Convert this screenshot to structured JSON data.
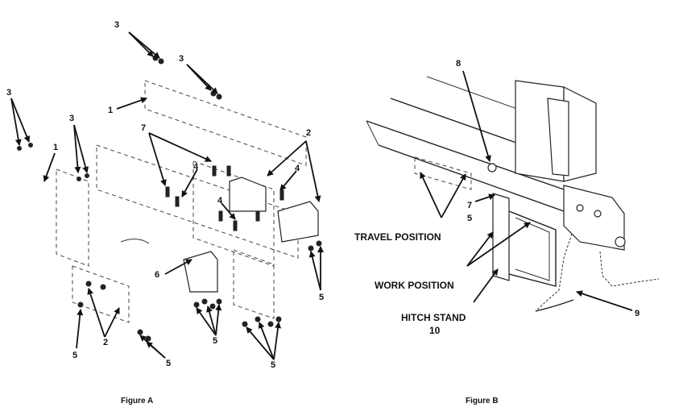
{
  "figure_a": {
    "caption": "Figure A",
    "callouts": [
      "3",
      "3",
      "3",
      "3",
      "1",
      "1",
      "7",
      "2",
      "4",
      "4",
      "4",
      "6",
      "2",
      "5",
      "5",
      "5",
      "5",
      "5"
    ]
  },
  "figure_b": {
    "caption": "Figure B",
    "callouts": [
      "8",
      "7",
      "5",
      "9",
      "10"
    ],
    "labels": {
      "travel_position": "TRAVEL POSITION",
      "work_position": "WORK POSITION",
      "hitch_stand": "HITCH STAND"
    }
  }
}
